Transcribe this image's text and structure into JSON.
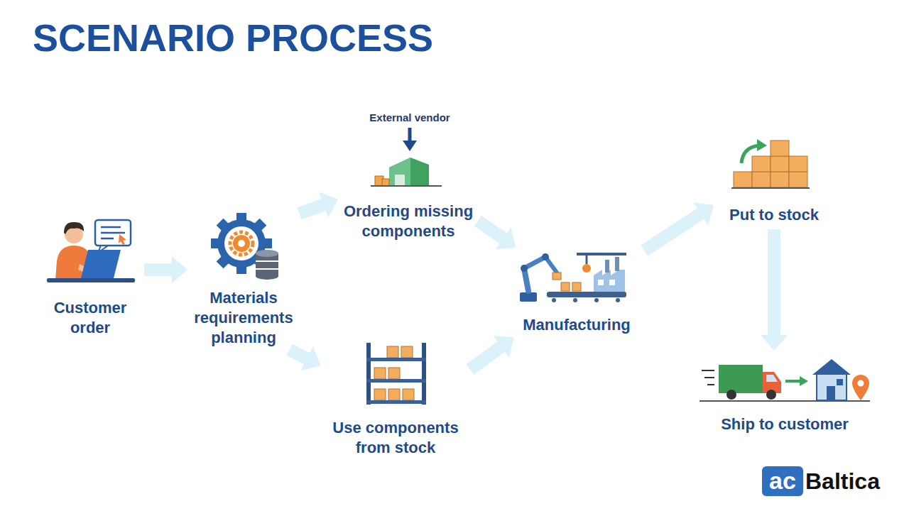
{
  "diagram": {
    "title": "SCENARIO PROCESS",
    "nodes": [
      {
        "text": [
          "Customer order"
        ]
      },
      {
        "text": [
          "Materials requirements planning"
        ]
      },
      {
        "text": [
          "Ordering missing components"
        ]
      },
      {
        "text": [
          "Use components from stock"
        ]
      },
      {
        "text": [
          "Manufacturing"
        ]
      },
      {
        "text": [
          "Put to stock"
        ]
      },
      {
        "text": [
          "Ship to customer"
        ]
      }
    ],
    "edges": [
      {
        "from": 0,
        "to": 1,
        "arrow": "to"
      },
      {
        "from": 1,
        "to": 2,
        "arrow": "to"
      },
      {
        "from": 1,
        "to": 3,
        "arrow": "to"
      },
      {
        "from": 2,
        "to": 4,
        "arrow": "to"
      },
      {
        "from": 3,
        "to": 4,
        "arrow": "to"
      },
      {
        "from": 4,
        "to": 5,
        "arrow": "to"
      },
      {
        "from": 5,
        "to": 6,
        "arrow": "to"
      }
    ],
    "labels": [
      "External vendor",
      "ac",
      "Baltica"
    ]
  }
}
